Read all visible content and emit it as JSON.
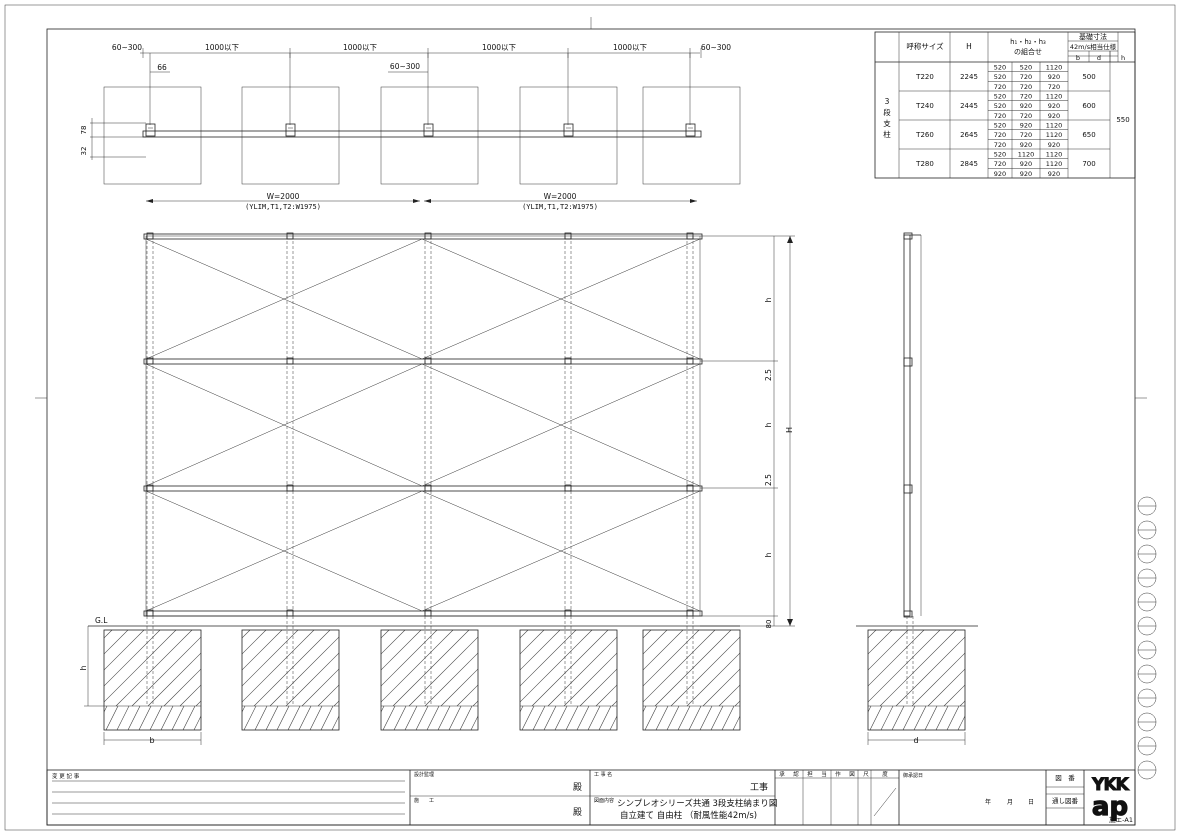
{
  "top_dims": {
    "row1": [
      "60~300",
      "1000以下",
      "1000以下",
      "1000以下",
      "1000以下",
      "60~300"
    ],
    "d66": "66",
    "d60_300": "60~300",
    "d78": "78",
    "d32": "32",
    "w1": "W=2000",
    "w1_sub": "(YLIM,T1,T2:W1975)",
    "w2": "W=2000",
    "w2_sub": "(YLIM,T1,T2:W1975)"
  },
  "elevation": {
    "h_label": "h",
    "H_label": "H",
    "gap_label": "2.5",
    "bottom_gap": "80",
    "gl": "G.L",
    "b_label": "b",
    "d_label": "d",
    "found_h": "h"
  },
  "spec_table": {
    "headers": {
      "size": "呼称サイズ",
      "H": "H",
      "combo_line1": "h₁・h₂・h₃",
      "combo_line2": "の組合せ",
      "foundation": "基礎寸法",
      "wind": "42m/s相当仕様",
      "b": "b",
      "d": "d",
      "h": "h"
    },
    "group_label": [
      "3",
      "段",
      "支",
      "柱"
    ],
    "h_value": "550",
    "rows": [
      {
        "size": "T220",
        "H": "2245",
        "combos": [
          [
            "520",
            "520",
            "1120"
          ],
          [
            "520",
            "720",
            "920"
          ],
          [
            "720",
            "720",
            "720"
          ]
        ],
        "b": "500"
      },
      {
        "size": "T240",
        "H": "2445",
        "combos": [
          [
            "520",
            "720",
            "1120"
          ],
          [
            "520",
            "920",
            "920"
          ],
          [
            "720",
            "720",
            "920"
          ]
        ],
        "b": "600"
      },
      {
        "size": "T260",
        "H": "2645",
        "combos": [
          [
            "520",
            "920",
            "1120"
          ],
          [
            "720",
            "720",
            "1120"
          ],
          [
            "720",
            "920",
            "920"
          ]
        ],
        "b": "650"
      },
      {
        "size": "T280",
        "H": "2845",
        "combos": [
          [
            "520",
            "1120",
            "1120"
          ],
          [
            "720",
            "920",
            "1120"
          ],
          [
            "920",
            "920",
            "920"
          ]
        ],
        "b": "700"
      }
    ]
  },
  "title_block": {
    "revision": "変 更 記 事",
    "design_mgr": "設計監理",
    "construction": "施　　工",
    "dono1": "殿",
    "dono2": "殿",
    "project_label": "工 事 名",
    "project_suffix": "工事",
    "contents_label": "図面内容",
    "title_line1": "シンプレオシリーズ共通 3段支柱納まり図",
    "title_line2": "自立建て 自由柱 （耐風性能42m/s)",
    "approvals": [
      "承",
      "認",
      "担",
      "当",
      "作",
      "図",
      "尺",
      "度"
    ],
    "date_label": "御承認日",
    "date_fields": [
      "年",
      "月",
      "日"
    ],
    "drawing_no_label": "図　番",
    "serial_label": "通し図番",
    "drawing_code": "施エ-A1",
    "logo_top": "YKK",
    "logo_bottom": "ap"
  }
}
